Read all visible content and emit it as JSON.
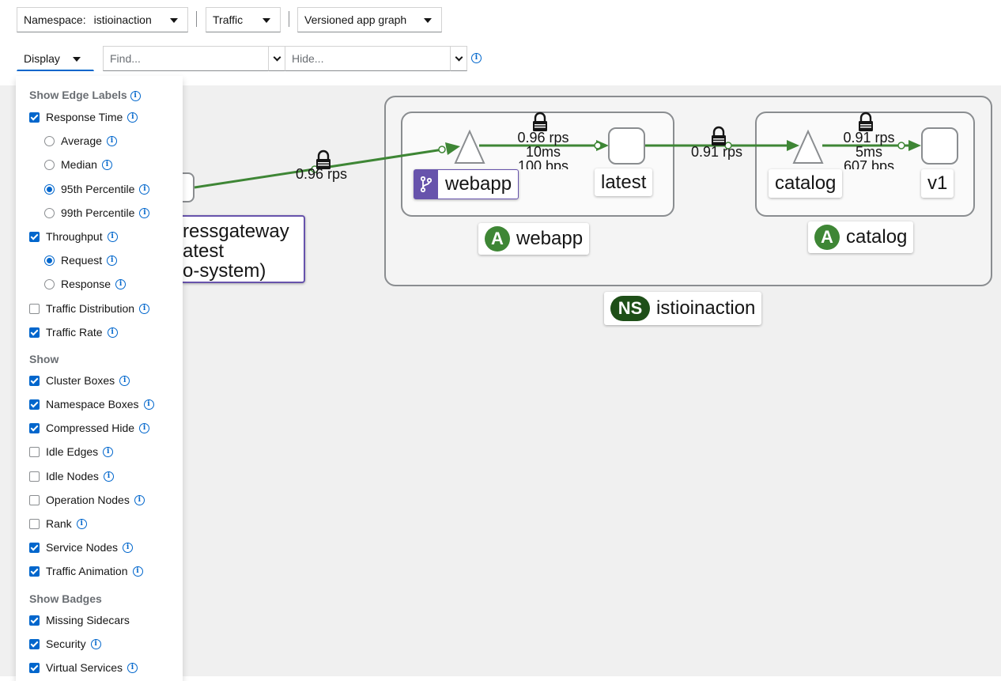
{
  "toolbar": {
    "namespace_label": "Namespace:",
    "namespace_value": "istioinaction",
    "traffic_label": "Traffic",
    "graph_type_label": "Versioned app graph",
    "display_label": "Display",
    "find_placeholder": "Find...",
    "hide_placeholder": "Hide..."
  },
  "display_menu": {
    "edge_labels_heading": "Show Edge Labels",
    "response_time": {
      "label": "Response Time",
      "checked": true
    },
    "rt_average": {
      "label": "Average",
      "selected": false
    },
    "rt_median": {
      "label": "Median",
      "selected": false
    },
    "rt_p95": {
      "label": "95th Percentile",
      "selected": true
    },
    "rt_p99": {
      "label": "99th Percentile",
      "selected": false
    },
    "throughput": {
      "label": "Throughput",
      "checked": true
    },
    "tp_request": {
      "label": "Request",
      "selected": true
    },
    "tp_response": {
      "label": "Response",
      "selected": false
    },
    "traffic_distribution": {
      "label": "Traffic Distribution",
      "checked": false
    },
    "traffic_rate": {
      "label": "Traffic Rate",
      "checked": true
    },
    "show_heading": "Show",
    "cluster_boxes": {
      "label": "Cluster Boxes",
      "checked": true
    },
    "namespace_boxes": {
      "label": "Namespace Boxes",
      "checked": true
    },
    "compressed_hide": {
      "label": "Compressed Hide",
      "checked": true
    },
    "idle_edges": {
      "label": "Idle Edges",
      "checked": false
    },
    "idle_nodes": {
      "label": "Idle Nodes",
      "checked": false
    },
    "operation_nodes": {
      "label": "Operation Nodes",
      "checked": false
    },
    "rank": {
      "label": "Rank",
      "checked": false
    },
    "service_nodes": {
      "label": "Service Nodes",
      "checked": true
    },
    "traffic_animation": {
      "label": "Traffic Animation",
      "checked": true
    },
    "badges_heading": "Show Badges",
    "missing_sidecars": {
      "label": "Missing Sidecars",
      "checked": true
    },
    "security": {
      "label": "Security",
      "checked": true
    },
    "virtual_services": {
      "label": "Virtual Services",
      "checked": true
    }
  },
  "graph": {
    "gateway_label_lines": [
      "ressgateway",
      "atest",
      "o-system)"
    ],
    "gateway_edge": "0.96 rps",
    "webapp_service": "webapp",
    "webapp_version": "latest",
    "webapp_edge": [
      "0.96 rps",
      "10ms",
      "100 bps"
    ],
    "webapp_app": "webapp",
    "cross_edge": "0.91 rps",
    "catalog_service": "catalog",
    "catalog_version": "v1",
    "catalog_edge": [
      "0.91 rps",
      "5ms",
      "607 bps"
    ],
    "catalog_app": "catalog",
    "app_badge": "A",
    "namespace_badge": "NS",
    "namespace": "istioinaction"
  },
  "colors": {
    "edge_green": "#3e8635",
    "app_badge": "#3e8635",
    "ns_badge": "#1e4f18",
    "service_badge": "#6753ac",
    "primary_blue": "#0066cc"
  },
  "icons": [
    "chevron-down-icon",
    "info-icon",
    "lock-icon",
    "code-branch-icon"
  ]
}
